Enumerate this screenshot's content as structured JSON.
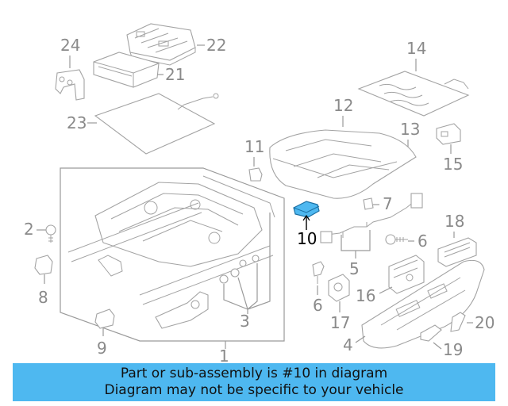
{
  "highlight_color": "#4eb8f0",
  "callouts": {
    "c1": "1",
    "c2": "2",
    "c3": "3",
    "c4": "4",
    "c5": "5",
    "c6a": "6",
    "c6b": "6",
    "c7": "7",
    "c8": "8",
    "c9": "9",
    "c10": "10",
    "c11": "11",
    "c12": "12",
    "c13": "13",
    "c14": "14",
    "c15": "15",
    "c16": "16",
    "c17": "17",
    "c18": "18",
    "c19": "19",
    "c20": "20",
    "c21": "21",
    "c22": "22",
    "c23": "23",
    "c24": "24"
  },
  "banner": {
    "line1": "Part or sub-assembly is #10 in diagram",
    "line2": "Diagram may not be specific to your vehicle"
  }
}
